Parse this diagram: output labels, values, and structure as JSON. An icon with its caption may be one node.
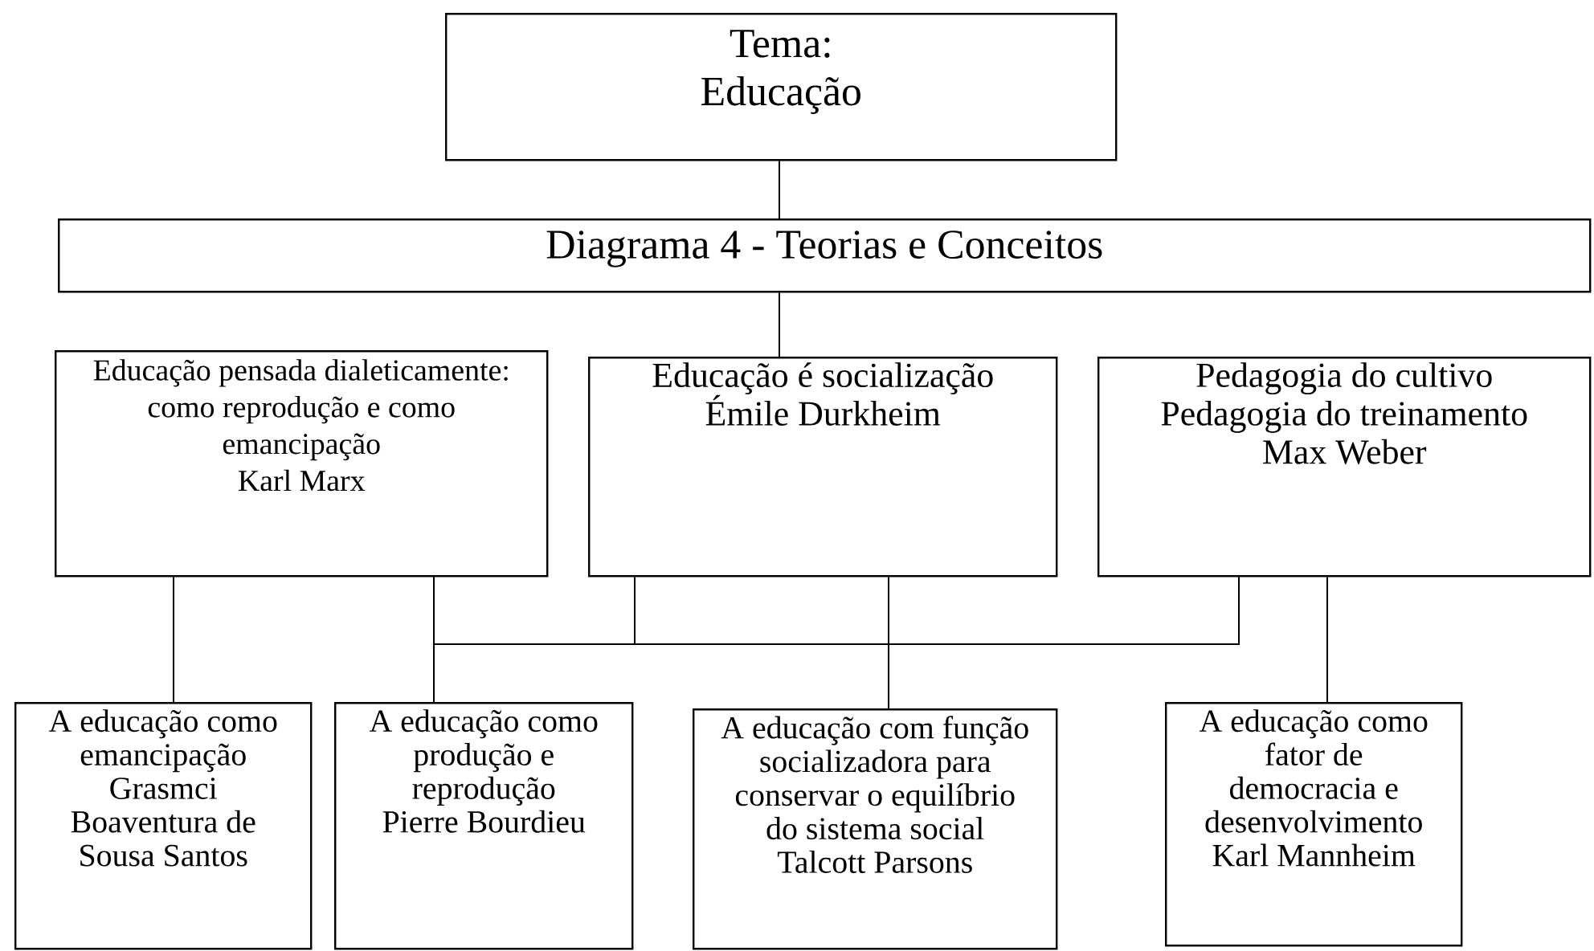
{
  "diagram": {
    "nodes": [
      {
        "text": [
          "Tema:",
          "Educação"
        ]
      },
      {
        "text": [
          "Diagrama 4 - Teorias e Conceitos"
        ]
      },
      {
        "text": [
          "Educação pensada dialeticamente: como reprodução e como emancipação",
          "Karl Marx"
        ]
      },
      {
        "text": [
          "Educação é socialização",
          "Émile Durkheim"
        ]
      },
      {
        "text": [
          "Pedagogia do cultivo",
          "Pedagogia do treinamento",
          "Max Weber"
        ]
      },
      {
        "text": [
          "A educação como emancipação",
          "Grasmci",
          "Boaventura de Sousa Santos"
        ]
      },
      {
        "text": [
          "A educação como produção e reprodução",
          "Pierre Bourdieu"
        ]
      },
      {
        "text": [
          "A educação com função socializadora para conservar o equilíbrio do sistema social",
          "Talcott Parsons"
        ]
      },
      {
        "text": [
          "A educação como fator de democracia e desenvolvimento",
          "Karl Mannheim"
        ]
      }
    ],
    "edges": [
      {
        "from": 0,
        "to": 1,
        "arrow": "none"
      },
      {
        "from": 1,
        "to": 3,
        "arrow": "none"
      },
      {
        "from": 2,
        "to": 5,
        "arrow": "none"
      },
      {
        "from": 2,
        "to": 6,
        "arrow": "none"
      },
      {
        "from": 2,
        "to": 7,
        "arrow": "none"
      },
      {
        "from": 3,
        "to": 6,
        "arrow": "none"
      },
      {
        "from": 3,
        "to": 7,
        "arrow": "none"
      },
      {
        "from": 4,
        "to": 6,
        "arrow": "none"
      },
      {
        "from": 4,
        "to": 7,
        "arrow": "none"
      },
      {
        "from": 4,
        "to": 8,
        "arrow": "none"
      }
    ]
  }
}
